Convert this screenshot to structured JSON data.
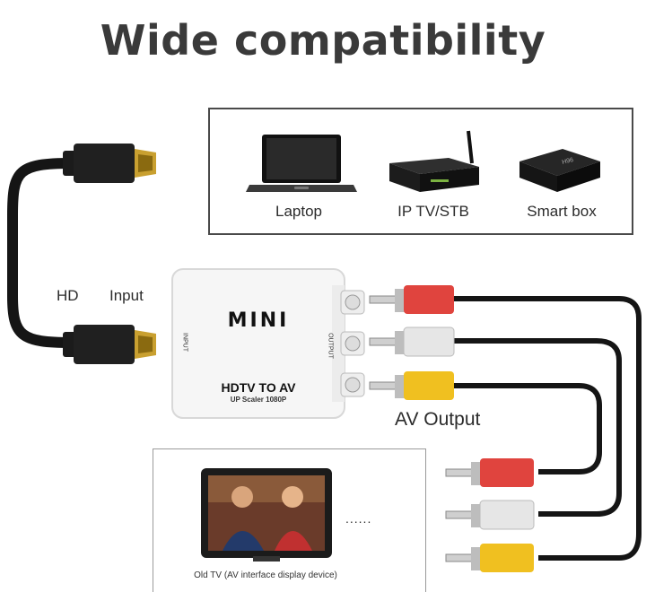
{
  "title": "Wide compatibility",
  "devices": [
    {
      "label": "Laptop",
      "icon": "laptop-icon"
    },
    {
      "label": "IP TV/STB",
      "icon": "set-top-box-icon"
    },
    {
      "label": "Smart box",
      "icon": "smart-box-icon"
    }
  ],
  "converter": {
    "brand": "MINI",
    "model": "HDTV TO AV",
    "subtitle": "UP Scaler 1080P",
    "input_side": "INPUT",
    "output_side": "OUTPUT"
  },
  "labels": {
    "hd": "HD",
    "input": "Input",
    "av_output": "AV Output"
  },
  "tv": {
    "caption": "Old TV (AV interface display device)",
    "ellipsis": "......"
  },
  "colors": {
    "red_plug": "#e0443e",
    "white_plug": "#e6e6e6",
    "yellow_plug": "#f0c020",
    "cable": "#1a1a1a"
  }
}
